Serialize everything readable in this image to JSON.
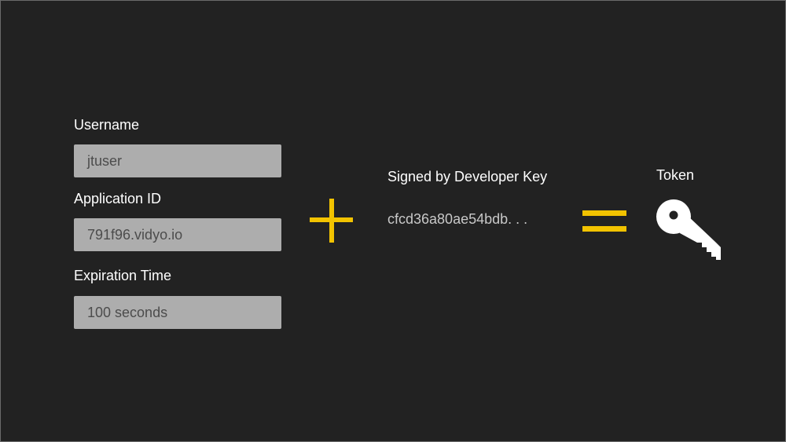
{
  "username": {
    "label": "Username",
    "value": "jtuser"
  },
  "application_id": {
    "label": "Application ID",
    "value": "791f96.vidyo.io"
  },
  "expiration_time": {
    "label": "Expiration Time",
    "value": "100 seconds"
  },
  "signature": {
    "label": "Signed by Developer Key",
    "value": "cfcd36a80ae54bdb. . ."
  },
  "token": {
    "label": "Token",
    "icon": "key-icon"
  },
  "operators": {
    "plus_icon": "plus-icon",
    "equals_icon": "equals-icon"
  },
  "colors": {
    "background": "#222222",
    "field_background": "#adadad",
    "field_text": "#4c4c4c",
    "accent": "#f2c300",
    "text": "#ffffff"
  }
}
